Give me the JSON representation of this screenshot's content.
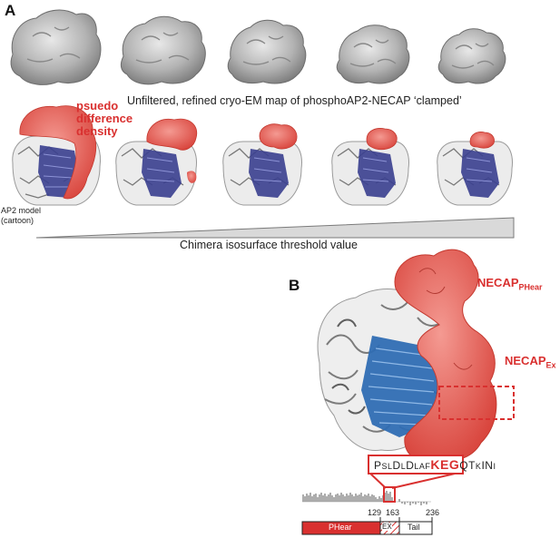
{
  "panel_a": {
    "letter": "A",
    "map_caption": "Unfiltered, refined cryo-EM map of phosphoAP2-NECAP ‘clamped’",
    "density_label": [
      "psuedo",
      "difference",
      "density"
    ],
    "model_label": [
      "AP2 model",
      "(cartoon)"
    ],
    "threshold_caption": "Chimera isosurface threshold value"
  },
  "panel_b": {
    "letter": "B",
    "necap_pheear": {
      "main": "NECAP",
      "sub": "PHear"
    },
    "necap_ex": {
      "main": "NECAP",
      "sub": "Ex"
    },
    "sequence": [
      {
        "t": "P",
        "c": "n"
      },
      {
        "t": "SL",
        "c": "s"
      },
      {
        "t": "D",
        "c": "n"
      },
      {
        "t": "L",
        "c": "s"
      },
      {
        "t": "D",
        "c": "n"
      },
      {
        "t": "LAF",
        "c": "s"
      },
      {
        "t": "KEG",
        "c": "h"
      },
      {
        "t": "QT",
        "c": "n"
      },
      {
        "t": "K",
        "c": "s"
      },
      {
        "t": "I",
        "c": "n"
      },
      {
        "t": "N",
        "c": "n"
      },
      {
        "t": "I",
        "c": "s"
      }
    ],
    "ticks": [
      "129",
      "163",
      "236"
    ],
    "domains": {
      "pheear": "PHear",
      "ex": "EX",
      "tail": "Tail"
    },
    "colors": {
      "accent": "#d9302f",
      "blue": "#2f6db3",
      "grey": "#9a9a9a"
    }
  }
}
